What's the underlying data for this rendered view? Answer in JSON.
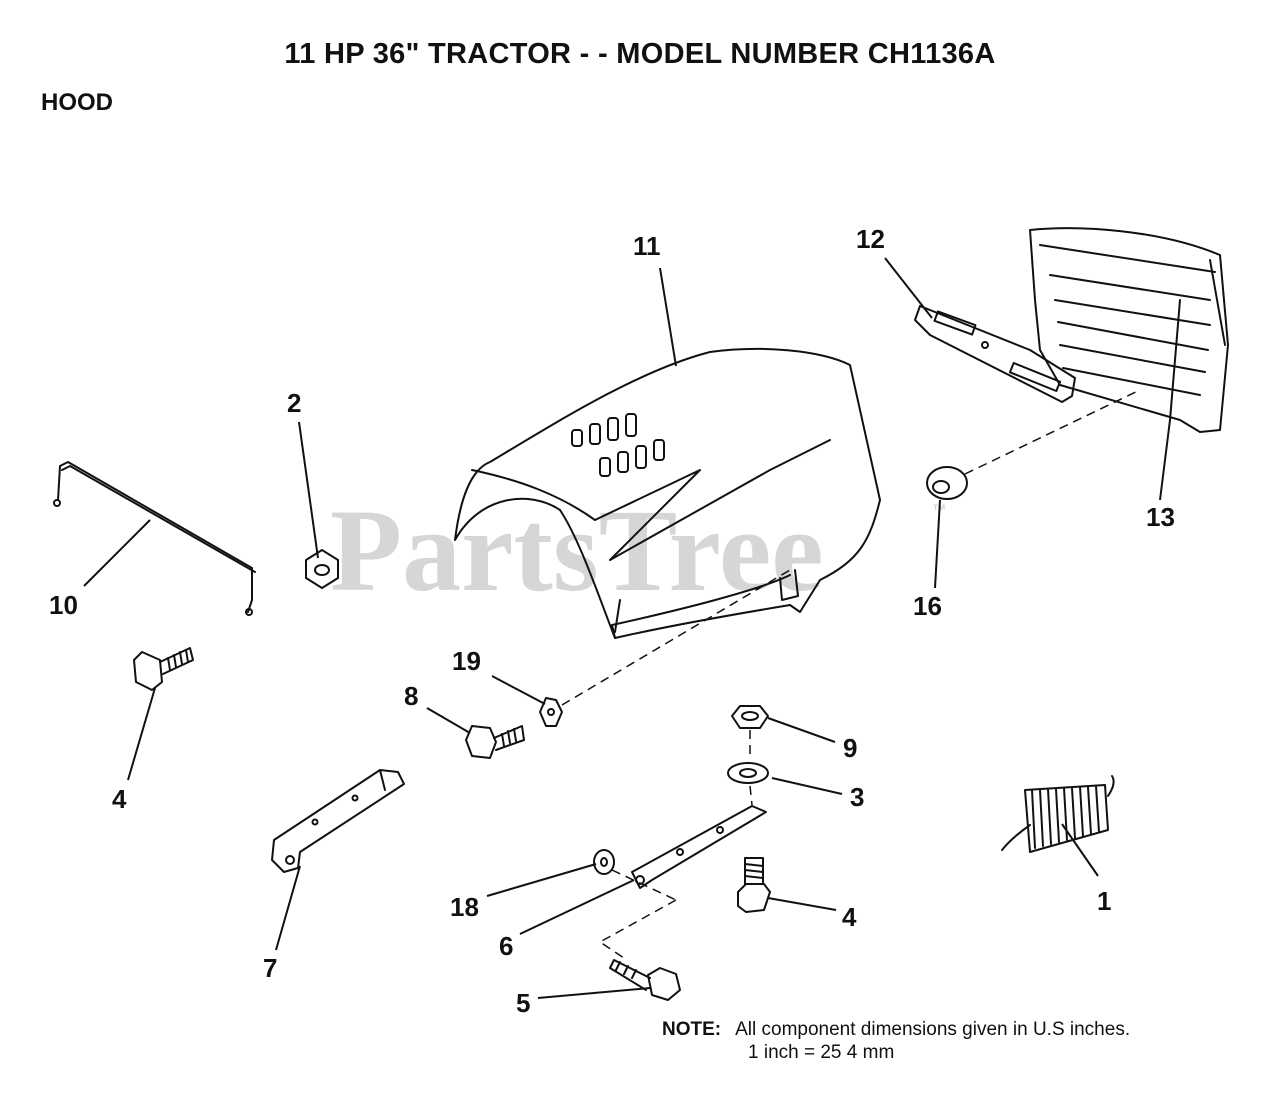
{
  "title": "11 HP  36\"  TRACTOR  - - MODEL NUMBER CH1136A",
  "section": "HOOD",
  "watermark": "PartsTree",
  "watermark_mark": "™",
  "callouts": {
    "c1": "1",
    "c2": "2",
    "c3": "3",
    "c4a": "4",
    "c4b": "4",
    "c5": "5",
    "c6": "6",
    "c7": "7",
    "c8": "8",
    "c9": "9",
    "c10": "10",
    "c11": "11",
    "c12": "12",
    "c13": "13",
    "c16": "16",
    "c18": "18",
    "c19": "19"
  },
  "note": {
    "label": "NOTE:",
    "line1": "All component dimensions given in U.S  inches.",
    "line2": "1 inch = 25 4 mm"
  }
}
